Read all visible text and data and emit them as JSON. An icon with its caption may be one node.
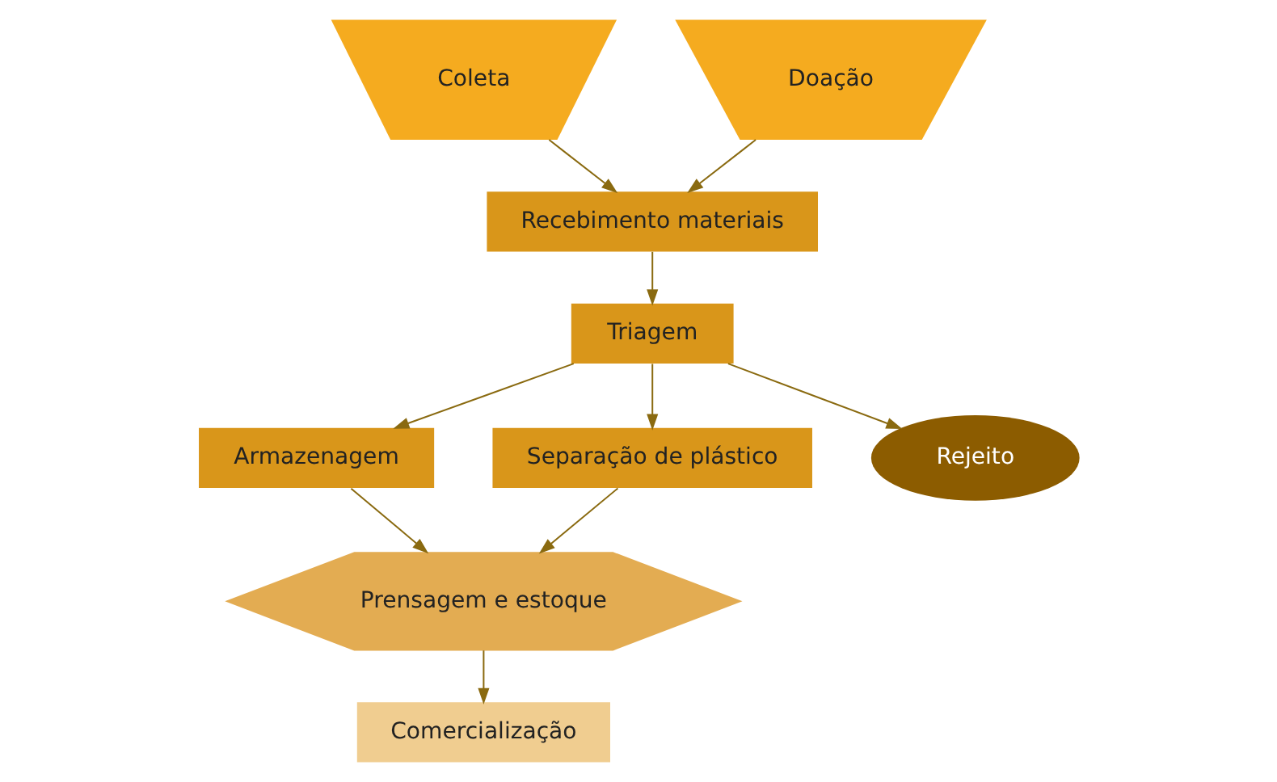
{
  "diagram": {
    "nodes": [
      {
        "text": [
          "Coleta"
        ]
      },
      {
        "text": [
          "Doação"
        ]
      },
      {
        "text": [
          "Recebimento materiais"
        ]
      },
      {
        "text": [
          "Triagem"
        ]
      },
      {
        "text": [
          "Armazenagem"
        ]
      },
      {
        "text": [
          "Separação de plástico"
        ]
      },
      {
        "text": [
          "Rejeito"
        ]
      },
      {
        "text": [
          "Prensagem e estoque"
        ]
      },
      {
        "text": [
          "Comercialização"
        ]
      }
    ],
    "edges": [
      {
        "from": 0,
        "to": 2,
        "arrow": "to"
      },
      {
        "from": 1,
        "to": 2,
        "arrow": "to"
      },
      {
        "from": 2,
        "to": 3,
        "arrow": "to"
      },
      {
        "from": 3,
        "to": 4,
        "arrow": "to"
      },
      {
        "from": 3,
        "to": 5,
        "arrow": "to"
      },
      {
        "from": 3,
        "to": 6,
        "arrow": "to"
      },
      {
        "from": 4,
        "to": 7,
        "arrow": "to"
      },
      {
        "from": 5,
        "to": 7,
        "arrow": "to"
      },
      {
        "from": 7,
        "to": 8,
        "arrow": "to"
      }
    ]
  }
}
